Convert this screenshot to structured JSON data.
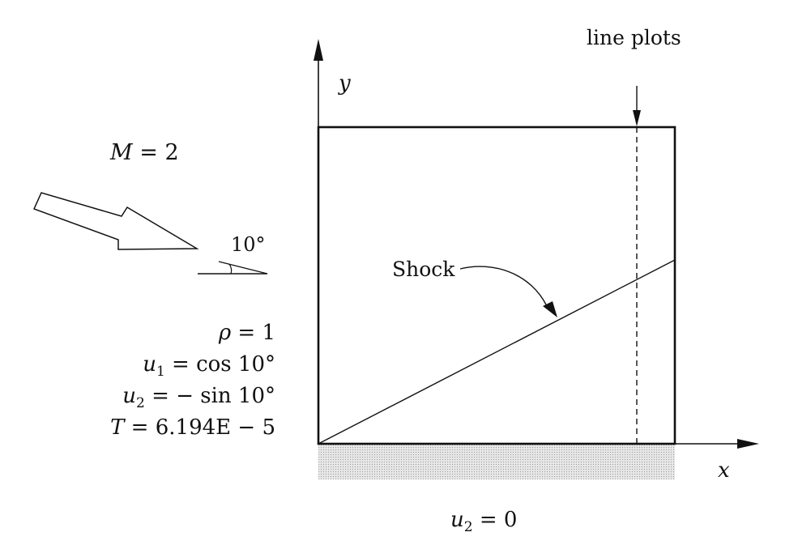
{
  "colors": {
    "ink": "#111111",
    "wall_shading": "#d9d9d9",
    "background": "#ffffff"
  },
  "axes": {
    "x_label": "x",
    "y_label": "y"
  },
  "labels": {
    "line_plots": "line plots",
    "shock": "Shock",
    "angle": "10°",
    "wall_condition": {
      "var": "u",
      "sub": "2",
      "rest": " = 0"
    }
  },
  "inflow": {
    "mach": {
      "var": "M",
      "rest": " = 2"
    },
    "conditions": [
      {
        "var": "ρ",
        "sub": "",
        "rest": " = 1"
      },
      {
        "var": "u",
        "sub": "1",
        "rest": " = cos 10°"
      },
      {
        "var": "u",
        "sub": "2",
        "rest": " = − sin 10°"
      },
      {
        "var": "T",
        "sub": "",
        "rest": " = 6.194E − 5"
      }
    ]
  }
}
